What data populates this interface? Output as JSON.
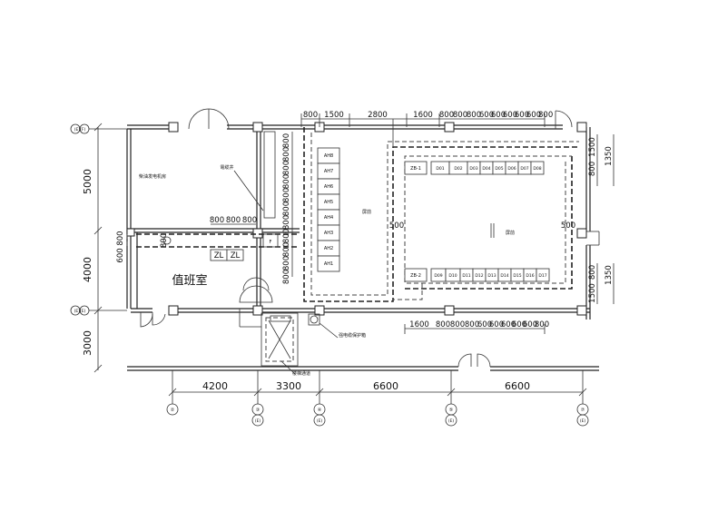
{
  "axes": {
    "bottom": [
      {
        "num": "②",
        "sub": ""
      },
      {
        "num": "③",
        "sub": "(E)"
      },
      {
        "num": "④",
        "sub": "(E)"
      },
      {
        "num": "⑤",
        "sub": "(E)"
      },
      {
        "num": "⑦",
        "sub": "(E)"
      }
    ],
    "left": [
      {
        "label": "(E)(F)"
      },
      {
        "label": "(E)(E)"
      }
    ]
  },
  "dimensions": {
    "bottom_spans": [
      "4200",
      "3300",
      "6600",
      "6600"
    ],
    "left_spans": [
      "5000",
      "4000",
      "3000"
    ],
    "top_row": [
      "800",
      "1500",
      "2800",
      "1600",
      "800",
      "800",
      "800",
      "600",
      "600",
      "600",
      "600",
      "600",
      "800"
    ],
    "second_row": [
      "1600",
      "800",
      "800",
      "800",
      "600",
      "600",
      "600",
      "600",
      "600",
      "800"
    ],
    "vertical_column": [
      "800",
      "800",
      "800",
      "800",
      "800",
      "800",
      "800",
      "800",
      "800",
      "800",
      "800",
      "800",
      "800"
    ],
    "room_top": [
      "800",
      "800",
      "800"
    ],
    "room_left": "600 800",
    "right_top": [
      "1500",
      "800"
    ],
    "right_top_outer": "1350",
    "right_bottom": [
      "800",
      "1500"
    ],
    "right_bottom_outer": "1350",
    "inner_left": "500",
    "inner_right": "500",
    "cable_small": "800"
  },
  "rooms": {
    "duty_room": "值班室",
    "diesel_room": "柴油发电机房",
    "cable_well": "電缆井"
  },
  "labels": {
    "shaft_note": "强电缆保护箱",
    "stair_note": "楼梯通道",
    "screen_left": "屏前",
    "screen_right": "屏前",
    "zl": "ZL",
    "zb1": "ZB-1",
    "zb2": "ZB-2",
    "f": "F"
  },
  "cabinets": {
    "ah": [
      "AH8",
      "AH7",
      "AH6",
      "AH5",
      "AH4",
      "AH3",
      "AH2",
      "AH1"
    ],
    "d_top": [
      "D01",
      "D02",
      "D03",
      "D04",
      "D05",
      "D06",
      "D07",
      "D08"
    ],
    "d_bottom": [
      "D09",
      "D10",
      "D11",
      "D12",
      "D13",
      "D14",
      "D15",
      "D16",
      "D17"
    ]
  }
}
